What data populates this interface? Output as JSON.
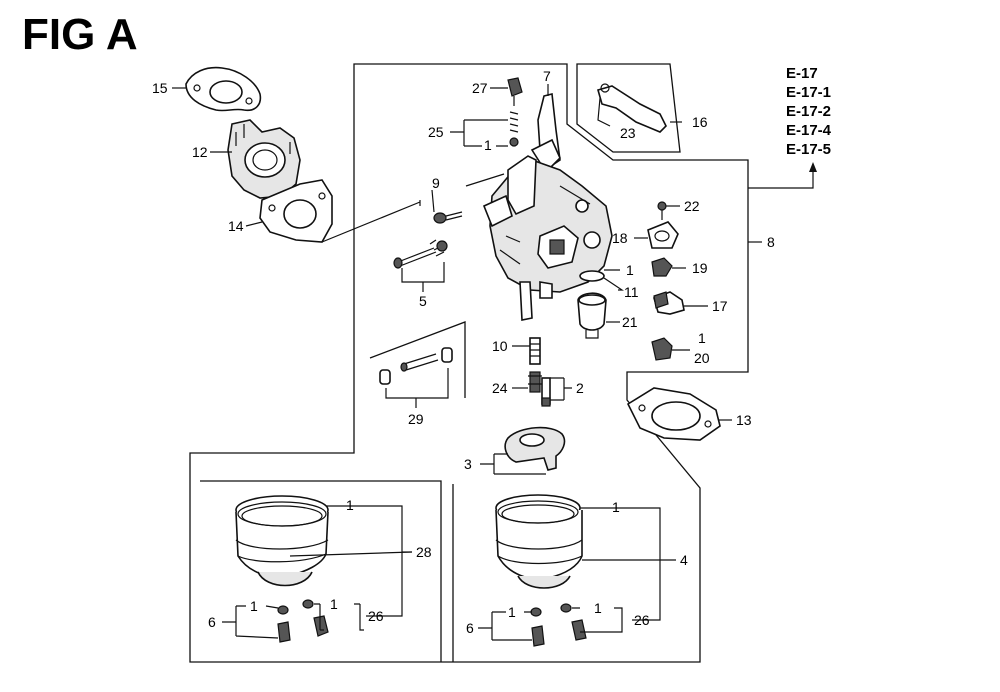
{
  "title": "FIG A",
  "references": [
    "E-17",
    "E-17-1",
    "E-17-2",
    "E-17-4",
    "E-17-5"
  ],
  "callouts": {
    "c1a": "1",
    "c1b": "1",
    "c1c": "1",
    "c1d": "1",
    "c1e": "1",
    "c1f": "1",
    "c1g": "1",
    "c1h": "1",
    "c1i": "1",
    "c2": "2",
    "c3": "3",
    "c4": "4",
    "c5": "5",
    "c6a": "6",
    "c6b": "6",
    "c7": "7",
    "c8": "8",
    "c9": "9",
    "c10": "10",
    "c11": "11",
    "c12": "12",
    "c13": "13",
    "c14": "14",
    "c15": "15",
    "c16": "16",
    "c17": "17",
    "c18": "18",
    "c19": "19",
    "c20": "20",
    "c21": "21",
    "c22": "22",
    "c23": "23",
    "c24": "24",
    "c25": "25",
    "c26a": "26",
    "c26b": "26",
    "c27": "27",
    "c28": "28",
    "c29": "29"
  },
  "colors": {
    "line": "#111111",
    "part_fill": "#e6e6e6",
    "background": "#ffffff"
  }
}
